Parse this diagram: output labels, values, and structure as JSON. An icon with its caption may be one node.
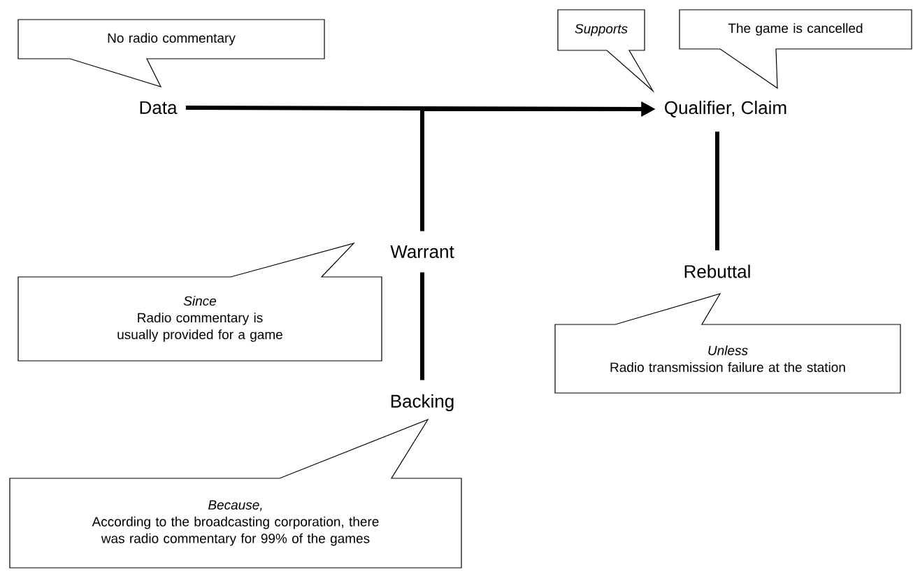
{
  "diagram": {
    "nodes": [
      {
        "text": [
          "Data"
        ]
      },
      {
        "text": [
          "Qualifier, Claim"
        ]
      },
      {
        "text": [
          "Warrant"
        ]
      },
      {
        "text": [
          "Backing"
        ]
      },
      {
        "text": [
          "Rebuttal"
        ]
      },
      {
        "text": [
          "No radio commentary"
        ]
      },
      {
        "text": [
          "Supports"
        ]
      },
      {
        "text": [
          "The game is cancelled"
        ]
      },
      {
        "text": [
          "Since",
          "Radio commentary is usually provided for a game"
        ]
      },
      {
        "text": [
          "Unless",
          "Radio transmission failure at the station"
        ]
      },
      {
        "text": [
          "Because,",
          "According to the broadcasting corporation, there was radio commentary for 99% of the games"
        ]
      }
    ],
    "edges": [
      {
        "from": 0,
        "to": 1,
        "arrow": "to"
      },
      {
        "from": 2,
        "to": 1,
        "arrow": "to"
      },
      {
        "from": 3,
        "to": 2,
        "arrow": "none"
      },
      {
        "from": 4,
        "to": 1,
        "arrow": "none"
      }
    ]
  }
}
